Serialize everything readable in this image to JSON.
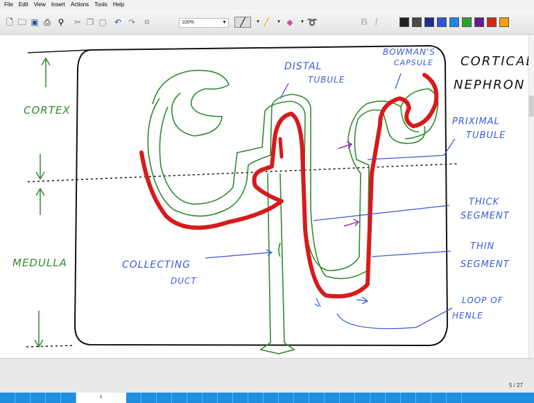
{
  "menubar": {
    "items": [
      "File",
      "Edit",
      "View",
      "Insert",
      "Actions",
      "Tools",
      "Help"
    ]
  },
  "toolbar": {
    "zoom_value": "100%",
    "bold_label": "B",
    "italic_label": "I",
    "color_swatches": [
      "#222222",
      "#4a4a4a",
      "#1f2f8a",
      "#2f55d4",
      "#1f86e8",
      "#2aa02a",
      "#6a1a8a",
      "#cc2a1a",
      "#f0a010"
    ]
  },
  "slide": {
    "labels": {
      "cortex": "CORTEX",
      "medulla": "MEDULLA",
      "distal_tubule_1": "DISTAL",
      "distal_tubule_2": "TUBULE",
      "bowmans_1": "BOWMAN'S",
      "bowmans_2": "CAPSULE",
      "cortical_1": "CORTICAL",
      "cortical_2": "NEPHRON",
      "proximal_1": "PRIXIMAL",
      "proximal_2": "TUBULE",
      "thick_1": "THICK",
      "thick_2": "SEGMENT",
      "thin_1": "THIN",
      "thin_2": "SEGMENT",
      "collecting_1": "COLLECTING",
      "collecting_2": "DUCT",
      "loop_1": "LOOP OF",
      "loop_2": "HENLE"
    },
    "colors": {
      "ink_green": "#2e8b2e",
      "ink_blue": "#3b5bd6",
      "ink_red": "#d81a1a",
      "ink_purple": "#9b2fb0",
      "ink_black": "#111111"
    }
  },
  "status": {
    "page_counter": "5 / 27",
    "taskbar_text": "5"
  }
}
